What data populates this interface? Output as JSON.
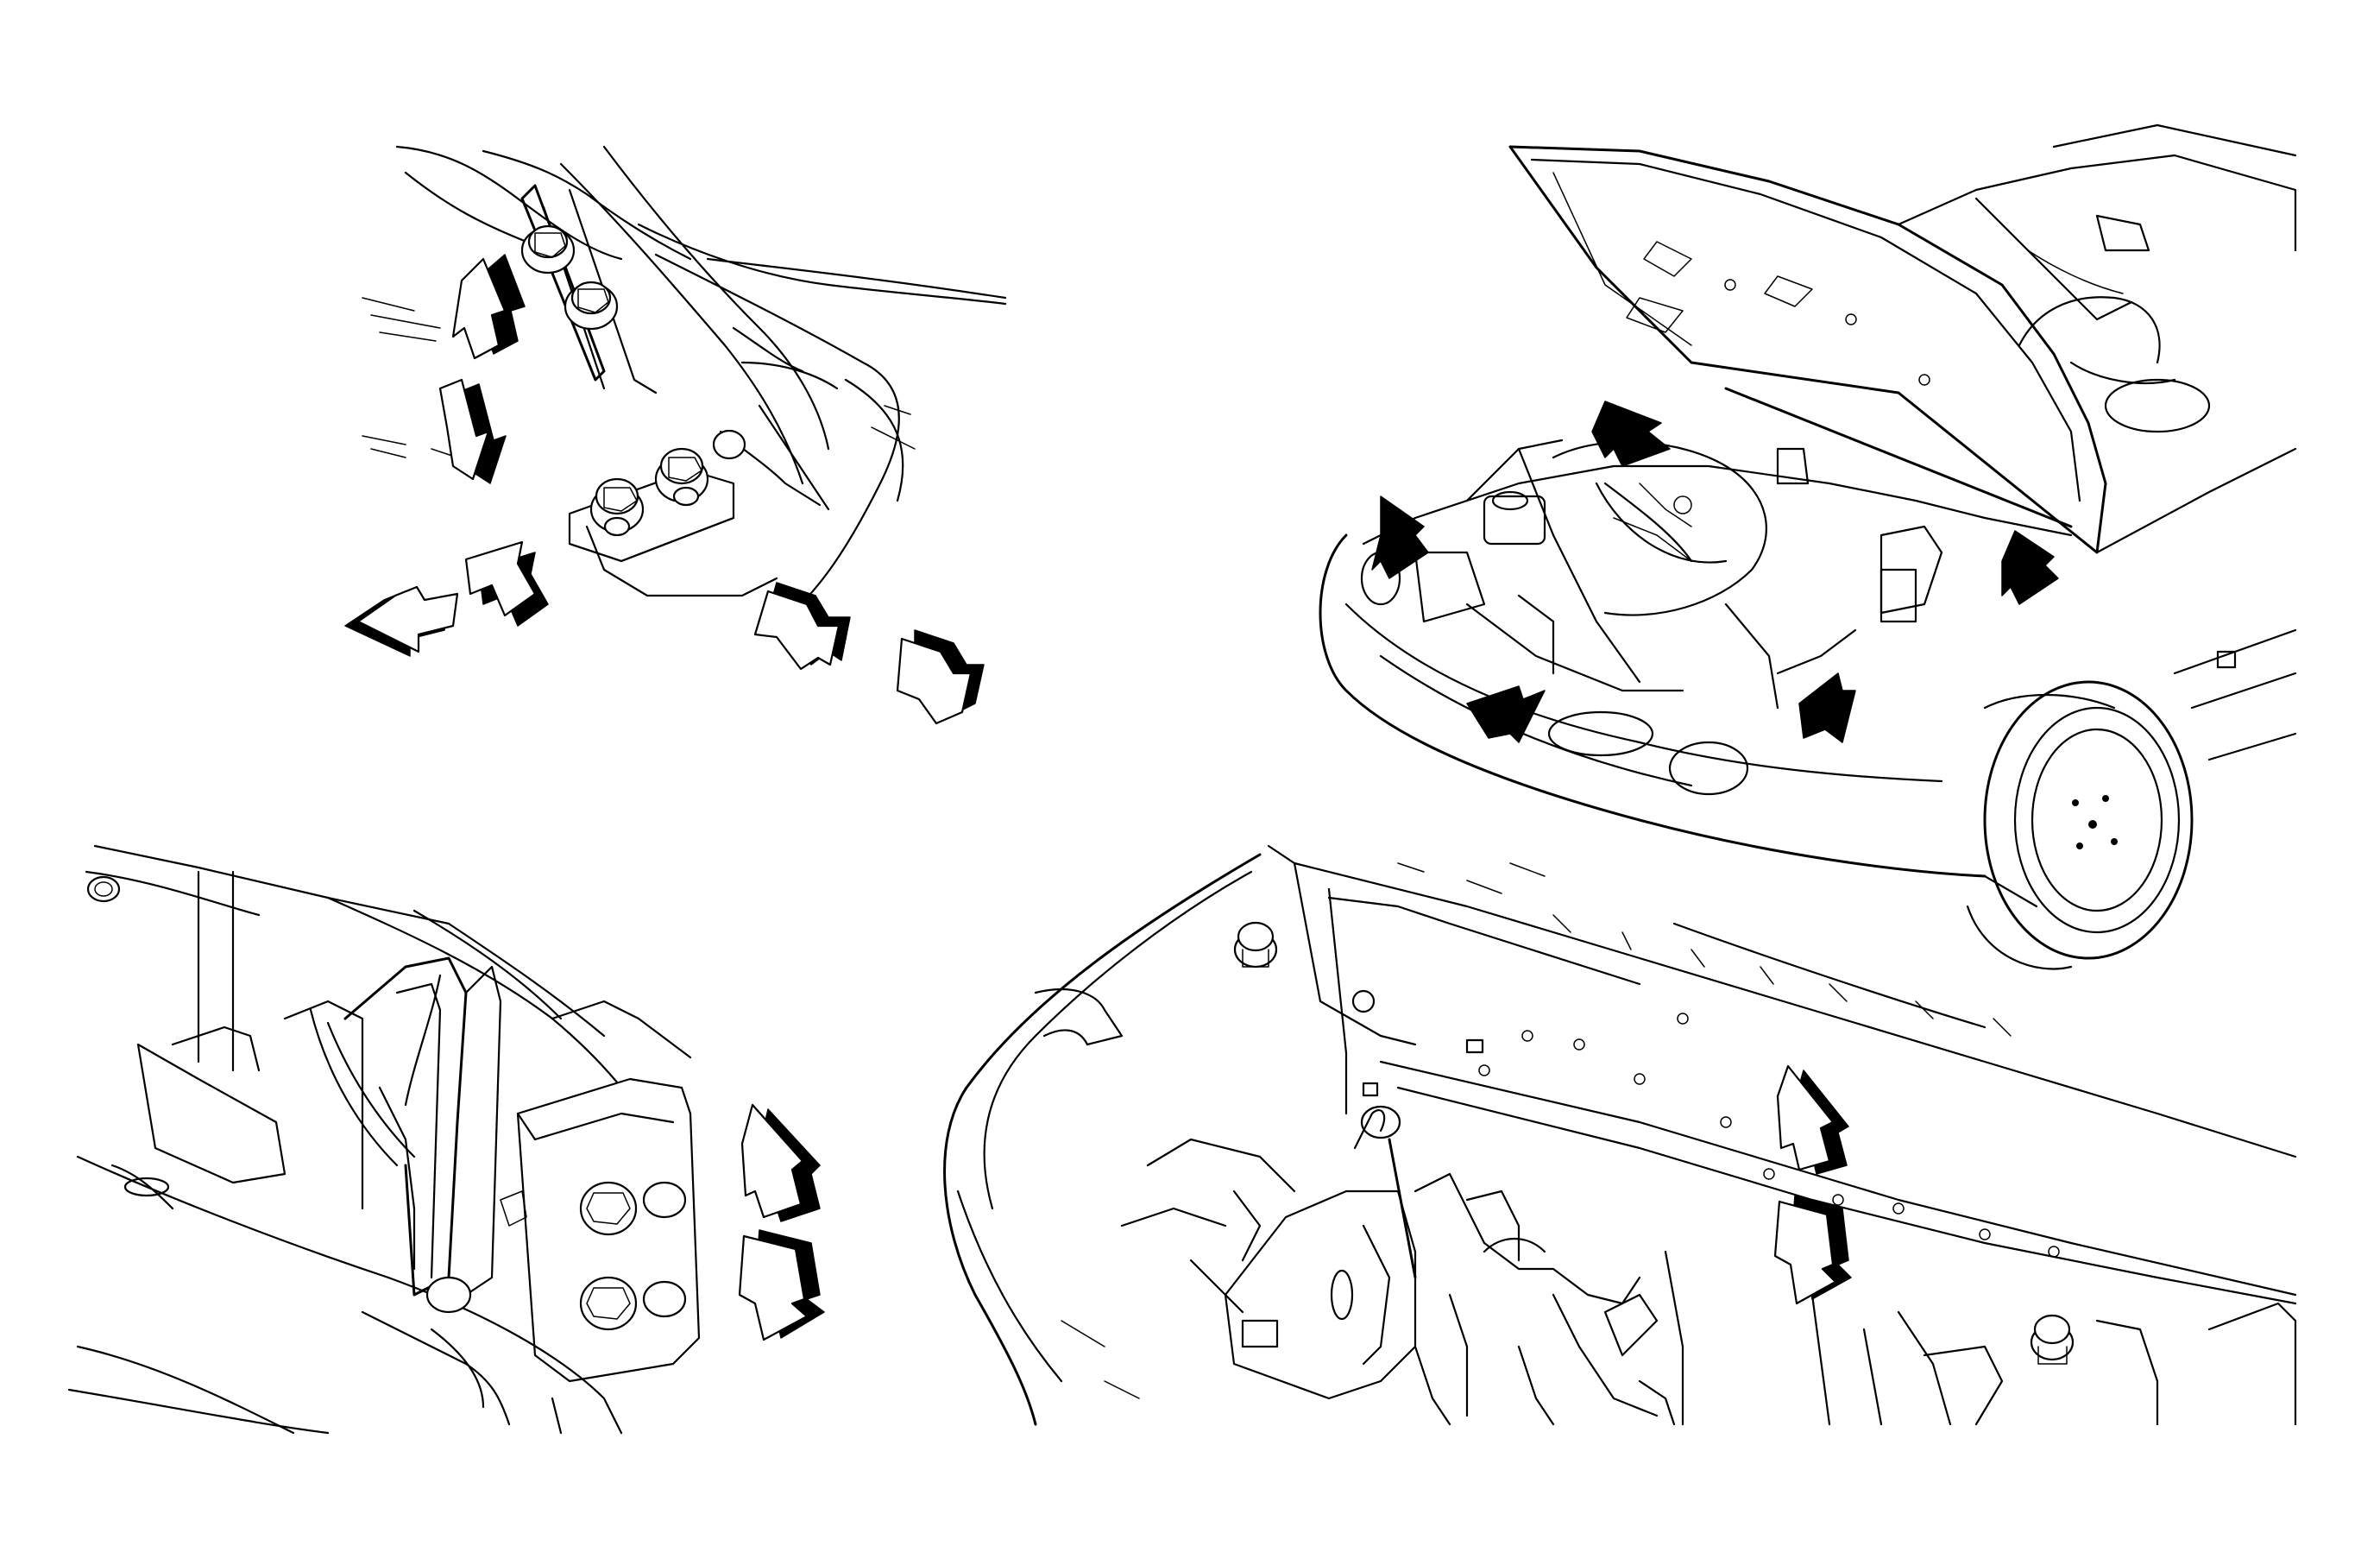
{
  "figure": {
    "views": [
      {
        "id": "hood-hinge-detail"
      },
      {
        "id": "vehicle-hood-open-overview"
      },
      {
        "id": "hood-latch-detail"
      },
      {
        "id": "radiator-support-detail"
      }
    ],
    "arrow_style": {
      "outline": "#000000",
      "shadow": "#000000",
      "face": "#ffffff"
    }
  }
}
